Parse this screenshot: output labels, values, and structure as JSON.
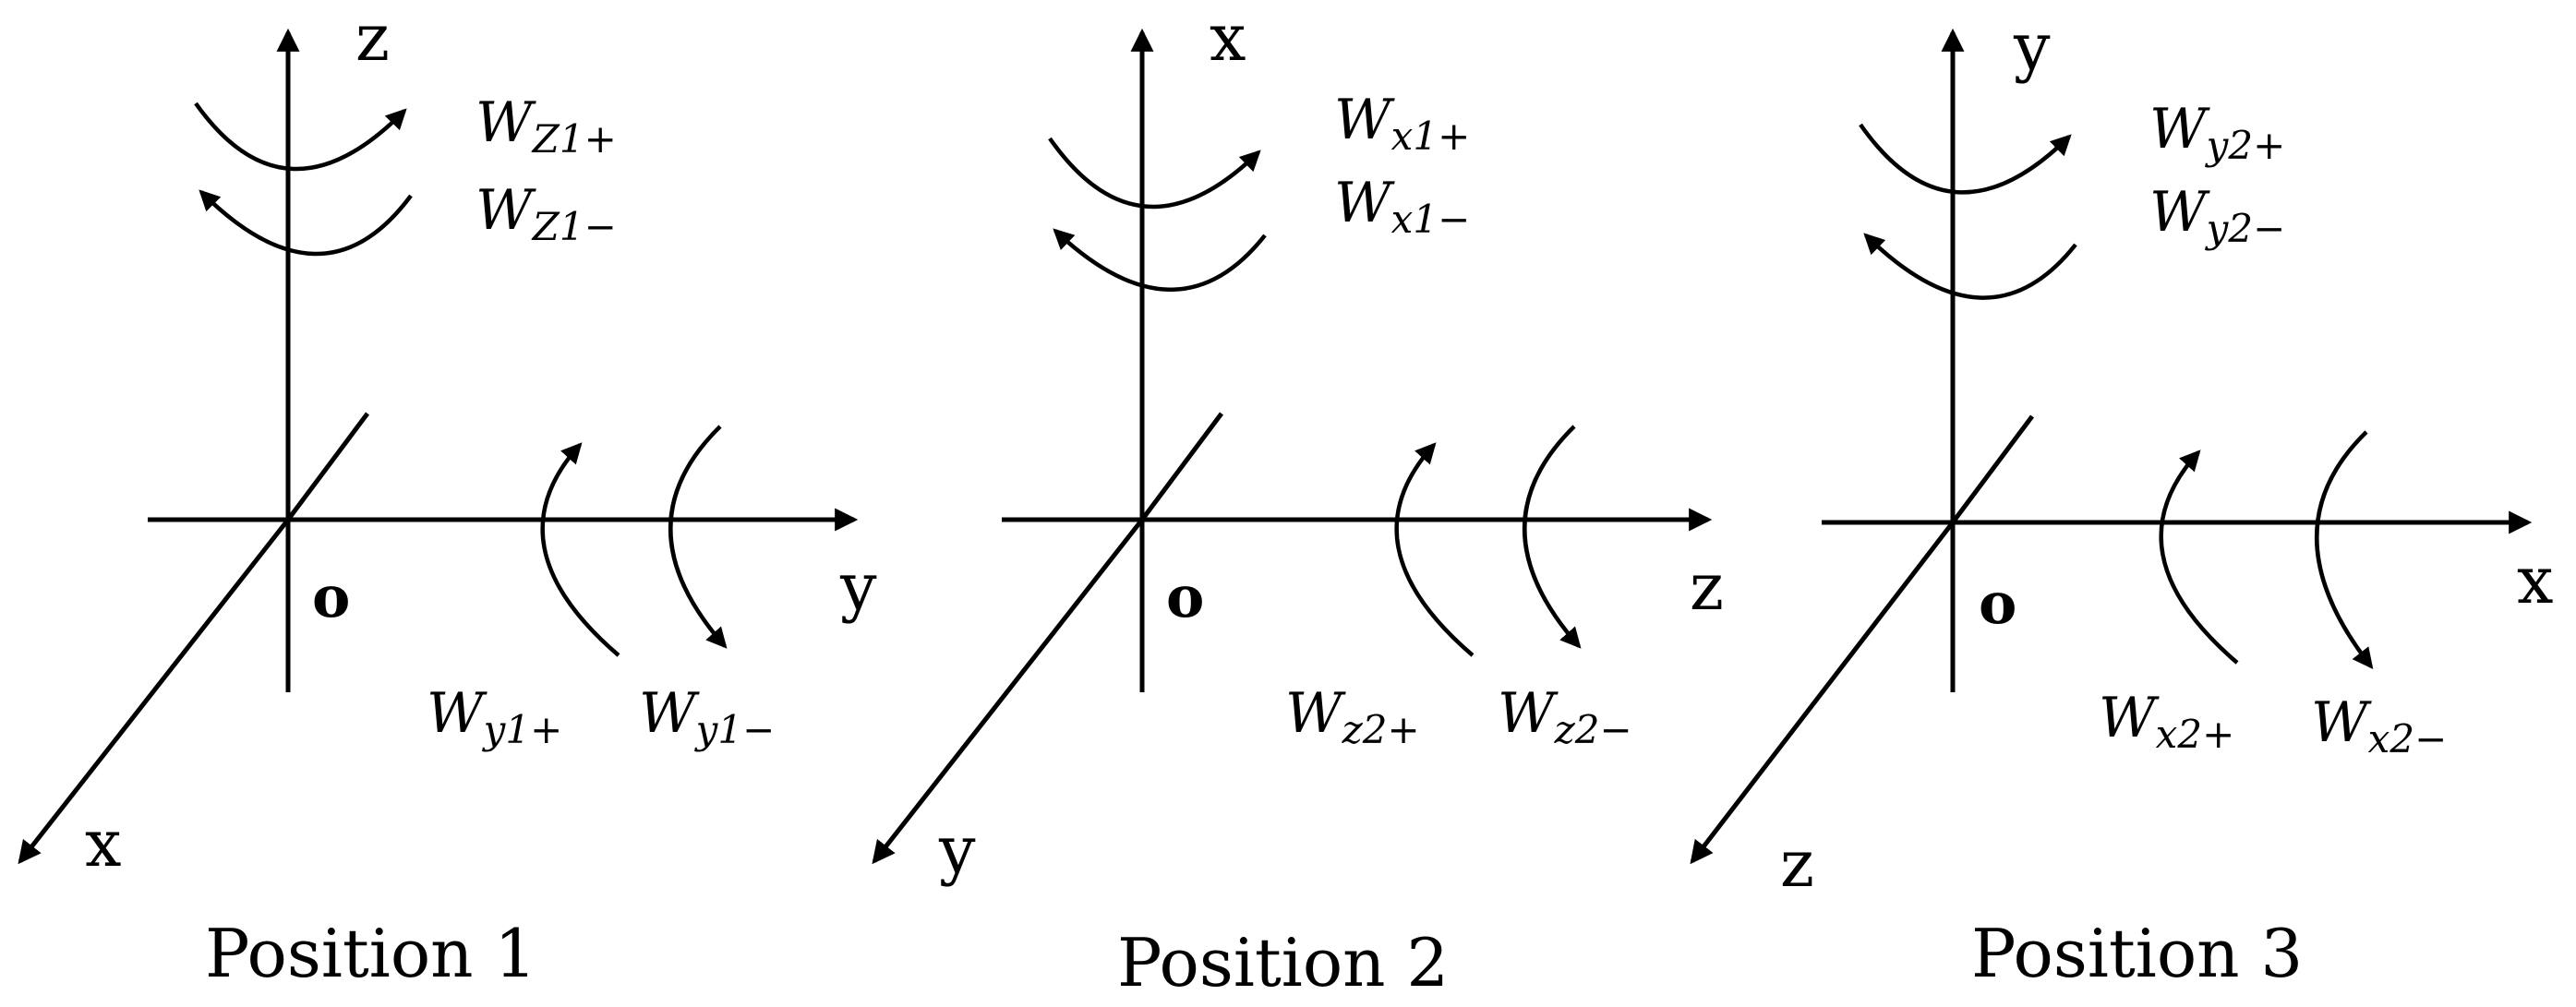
{
  "panels": [
    {
      "vertical_axis": "z",
      "horizontal_axis": "y",
      "diagonal_axis": "x",
      "origin": "o",
      "vertical_rotations": [
        {
          "main": "W",
          "sub": "Z1+"
        },
        {
          "main": "W",
          "sub": "Z1−"
        }
      ],
      "horizontal_rotations": [
        {
          "main": "W",
          "sub": "y1+"
        },
        {
          "main": "W",
          "sub": "y1−"
        }
      ],
      "caption": "Position 1"
    },
    {
      "vertical_axis": "x",
      "horizontal_axis": "z",
      "diagonal_axis": "y",
      "origin": "o",
      "vertical_rotations": [
        {
          "main": "W",
          "sub": "x1+"
        },
        {
          "main": "W",
          "sub": "x1−"
        }
      ],
      "horizontal_rotations": [
        {
          "main": "W",
          "sub": "z2+"
        },
        {
          "main": "W",
          "sub": "z2−"
        }
      ],
      "caption": "Position 2"
    },
    {
      "vertical_axis": "y",
      "horizontal_axis": "x",
      "diagonal_axis": "z",
      "origin": "o",
      "vertical_rotations": [
        {
          "main": "W",
          "sub": "y2+"
        },
        {
          "main": "W",
          "sub": "y2−"
        }
      ],
      "horizontal_rotations": [
        {
          "main": "W",
          "sub": "x2+"
        },
        {
          "main": "W",
          "sub": "x2−"
        }
      ],
      "caption": "Position 3"
    }
  ]
}
